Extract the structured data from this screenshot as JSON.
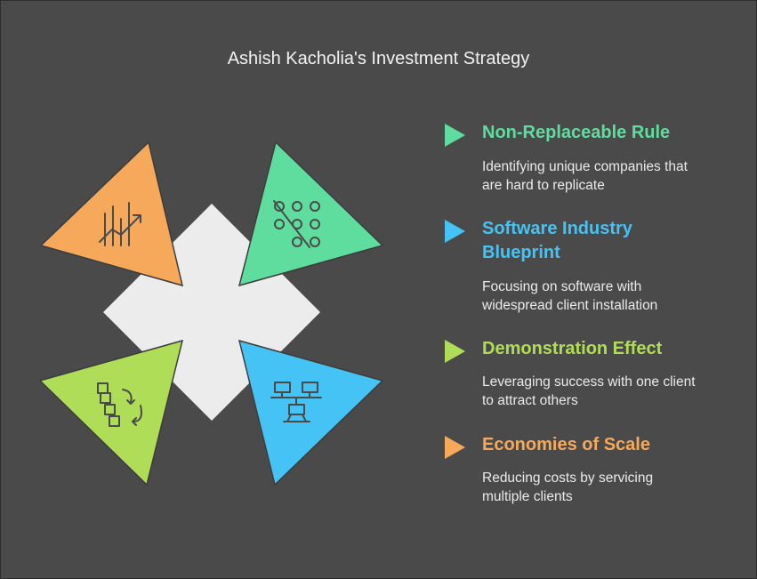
{
  "title": "Ashish Kacholia's Investment Strategy",
  "colors": {
    "background": "#4a4a4a",
    "center": "#ececec",
    "orange": "#f6a95a",
    "mint": "#5fdd9f",
    "lime": "#b0dd58",
    "sky": "#45c3f5",
    "icon_stroke": "#4a4a4a"
  },
  "items": [
    {
      "heading": "Non-Replaceable Rule",
      "description_lines": [
        "Identifying unique companies that",
        "are hard to replicate"
      ],
      "color": "#5fdd9f",
      "icon": "percent-dots-icon"
    },
    {
      "heading_lines": [
        "Software Industry",
        "Blueprint"
      ],
      "description_lines": [
        "Focusing on software with",
        "widespread client installation"
      ],
      "color": "#45c3f5",
      "icon": "network-computers-icon"
    },
    {
      "heading": "Demonstration Effect",
      "description_lines": [
        "Leveraging success with one client",
        "to attract others"
      ],
      "color": "#b0dd58",
      "icon": "blocks-flow-icon"
    },
    {
      "heading": "Economies of Scale",
      "description_lines": [
        "Reducing costs by servicing",
        "multiple clients"
      ],
      "color": "#f6a95a",
      "icon": "growth-chart-icon"
    }
  ]
}
